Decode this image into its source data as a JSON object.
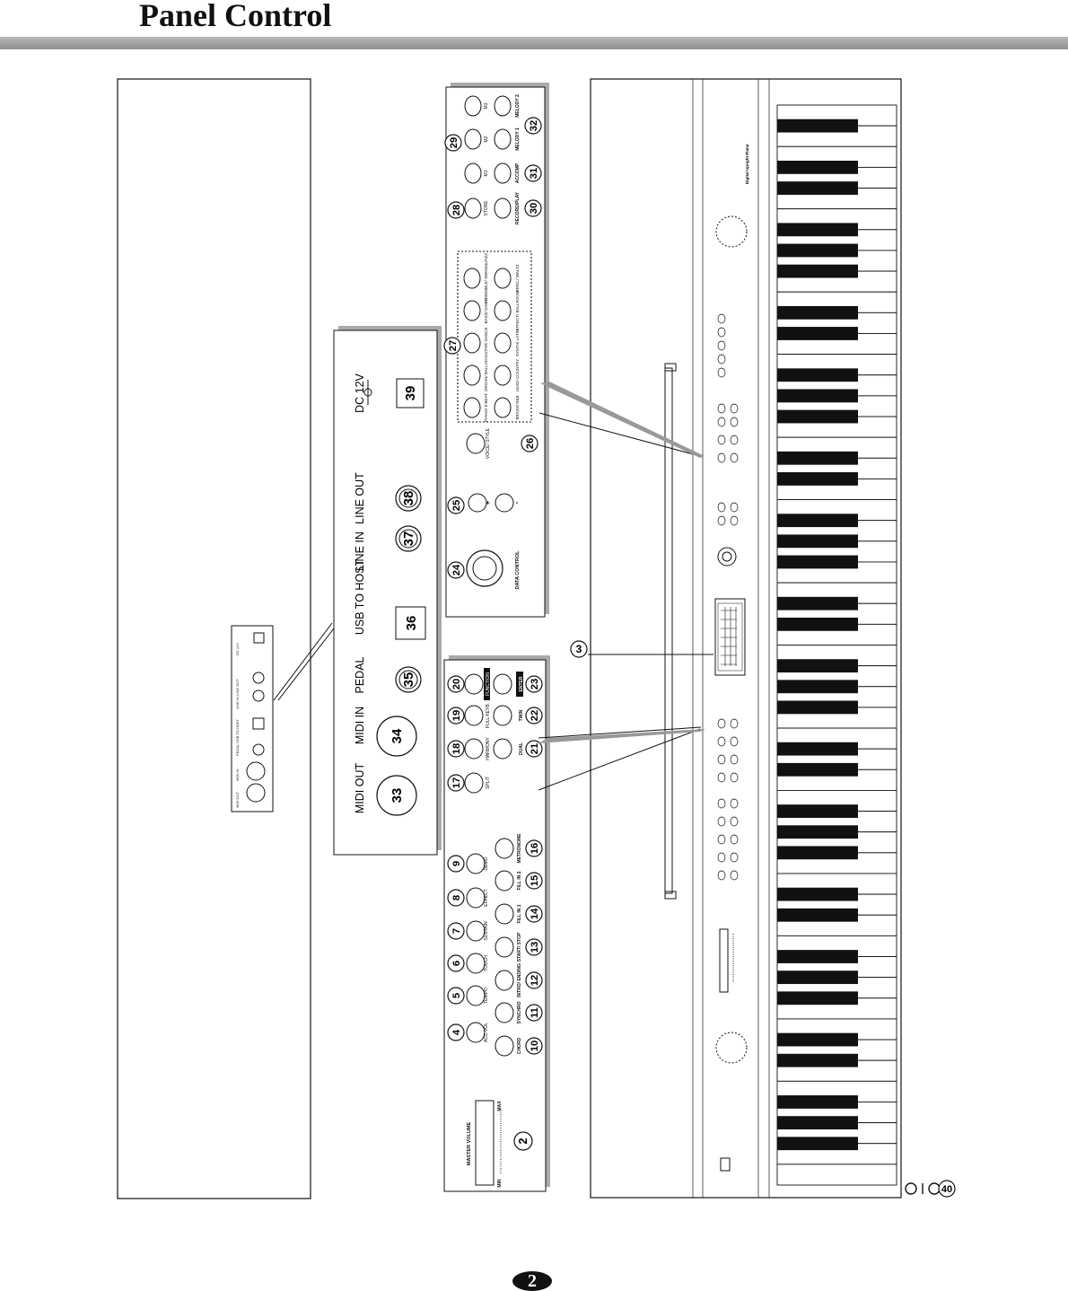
{
  "header": {
    "title": "Panel Control"
  },
  "page_number": "2",
  "product_label": "Digital Upright Piano",
  "back_panel": {
    "connectors": [
      "MIDI OUT",
      "MIDI IN",
      "PEDAL",
      "USB TO HOST",
      "LINE IN",
      "LINE OUT",
      "DC 12V"
    ],
    "callouts": [
      "33",
      "34",
      "35",
      "36",
      "37",
      "38",
      "39"
    ]
  },
  "left_panel": {
    "master_volume": "MASTER VOLUME",
    "min": "MIN",
    "max": "MAX",
    "callout_master": "2",
    "top_row": [
      {
        "num": "4",
        "label": "ACC.VOL"
      },
      {
        "num": "5",
        "label": "TEMPO"
      },
      {
        "num": "6",
        "label": "TOUCH"
      },
      {
        "num": "7",
        "label": "SUSTAIN"
      },
      {
        "num": "8",
        "label": "EFFECT"
      },
      {
        "num": "9",
        "label": "DEMO"
      }
    ],
    "bottom_row": [
      {
        "num": "10",
        "label": "CHORD"
      },
      {
        "num": "11",
        "label": "SYNCHRO"
      },
      {
        "num": "12",
        "label": "INTRO/ ENDING"
      },
      {
        "num": "13",
        "label": "START/ STOP"
      },
      {
        "num": "14",
        "label": "FILL IN 1"
      },
      {
        "num": "15",
        "label": "FILL IN 2"
      },
      {
        "num": "16",
        "label": "METRONOME"
      }
    ],
    "middle_top": [
      {
        "num": "17",
        "label": "SPLIT"
      },
      {
        "num": "18",
        "label": "HARMONY"
      },
      {
        "num": "19",
        "label": "FULL KEYB."
      },
      {
        "num": "20",
        "label": "FUNCTION"
      }
    ],
    "middle_bottom": [
      {
        "num": "21",
        "label": "DUAL"
      },
      {
        "num": "22",
        "label": "TWIN"
      },
      {
        "num": "23",
        "label": "ENTER"
      }
    ]
  },
  "right_panel": {
    "data_control": "DATA CONTROL",
    "callout_data": "24",
    "callout_updown": "25",
    "plus": "+",
    "minus": "-",
    "voice_style": {
      "num": "26",
      "label": "VOICE/ STYLE"
    },
    "group_callout": "27",
    "voice_top": [
      "PIANO/ 8 BEAT",
      "ORGAN/ BALLAD",
      "GUITAR/ DANCE",
      "BASS/ DISCO",
      "ENSEMBLE/ SWING&JAZZ"
    ],
    "voice_bottom": [
      "BRASS/ R&B",
      "LEAD/ COUNTRY",
      "SYNTH/ LATIN",
      "EFFECT/ BALLROOM",
      "PERC./ WALTZ"
    ],
    "memory_top": [
      {
        "num": "28",
        "label": "STORE"
      },
      {
        "num": "",
        "label": "M1"
      },
      {
        "num": "29",
        "label": "M2"
      },
      {
        "num": "",
        "label": "M3"
      }
    ],
    "memory_bottom": [
      {
        "num": "30",
        "label": "RECORD/PLAY"
      },
      {
        "num": "31",
        "label": "ACCOMP"
      },
      {
        "num": "",
        "label": "MELODY 1"
      },
      {
        "num": "32",
        "label": "MELODY 2"
      }
    ]
  },
  "callout_display": "3",
  "callout_pedals": "40"
}
